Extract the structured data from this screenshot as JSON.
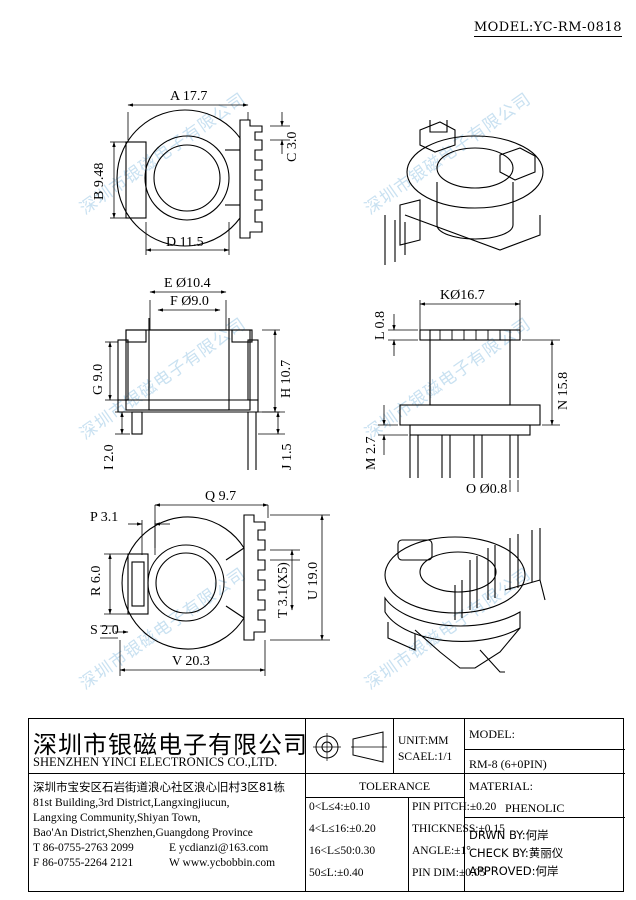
{
  "model_label": "MODEL:YC-RM-0818",
  "dims": {
    "A": "A 17.7",
    "B": "B 9.48",
    "C": "C 3.0",
    "D": "D 11.5",
    "E": "E Ø10.4",
    "F": "F Ø9.0",
    "G": "G 9.0",
    "H": "H 10.7",
    "I": "I 2.0",
    "J": "J 1.5",
    "K": "KØ16.7",
    "L": "L 0.8",
    "M": "M 2.7",
    "N": "N 15.8",
    "O": "O Ø0.8",
    "P": "P 3.1",
    "Q": "Q 9.7",
    "R": "R 6.0",
    "S": "S 2.0",
    "T": "T 3.1(X5)",
    "U": "U 19.0",
    "V": "V 20.3"
  },
  "watermark": "深圳市银磁电子有限公司",
  "company": {
    "name_cn": "深圳市银磁电子有限公司",
    "name_en": "SHENZHEN YINCI ELECTRONICS CO.,LTD.",
    "address_cn": "深圳市宝安区石岩街道浪心社区浪心旧村3区81栋",
    "address_en": [
      "81st Building,3rd District,Langxingjiucun,",
      "Langxing Community,Shiyan Town,",
      "Bao'An District,Shenzhen,Guangdong Province"
    ],
    "tel": "T 86-0755-2763 2099",
    "fax": "F 86-0755-2264 2121",
    "email": "E ycdianzi@163.com",
    "web": "W www.ycbobbin.com"
  },
  "unit": "UNIT:MM",
  "scale": "SCAEL:1/1",
  "model_title": "MODEL:",
  "model_value": "RM-8 (6+0PIN)",
  "tolerance": {
    "title": "TOLERANCE",
    "rows": [
      [
        "0<L≤4:±0.10",
        "PIN PITCH:±0.20"
      ],
      [
        "4<L≤16:±0.20",
        "THICKNESS:±0.15"
      ],
      [
        "16<L≤50:0.30",
        "ANGLE:±1°"
      ],
      [
        "50≤L:±0.40",
        "PIN DIM:±0.05"
      ]
    ]
  },
  "material_title": "MATERIAL:",
  "material_value": "PHENOLIC",
  "drawn_by": "DRWN BY:何岸",
  "check_by": "CHECK BY:黄丽仪",
  "approved": "APPROVED:何岸"
}
